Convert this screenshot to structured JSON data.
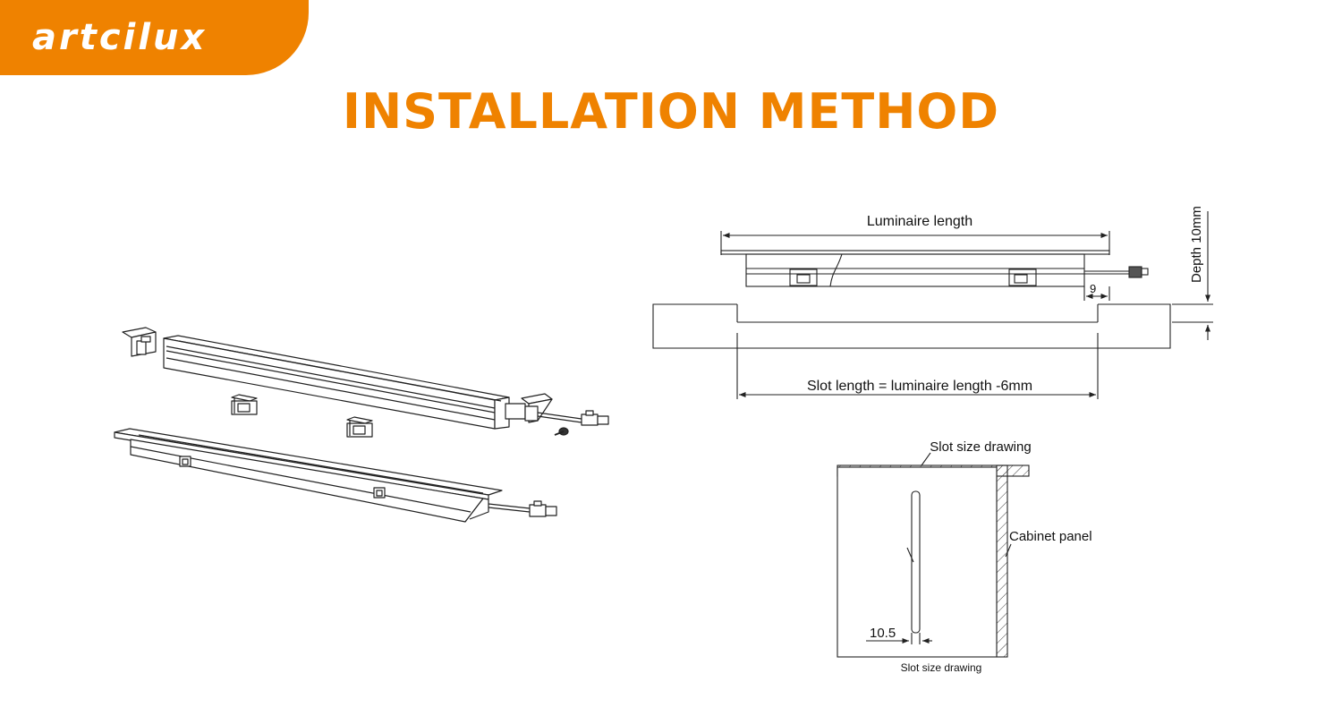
{
  "brand": {
    "logo_text": "artcilux"
  },
  "title": "INSTALLATION METHOD",
  "diagram": {
    "luminaire_length_label": "Luminaire length",
    "depth_label": "Depth 10mm",
    "end_dimension": "9",
    "slot_length_label": "Slot length = luminaire length -6mm",
    "slot_drawing_top_label": "Slot size drawing",
    "cabinet_panel_label": "Cabinet panel",
    "slot_width_label": "10.5",
    "slot_drawing_caption": "Slot size drawing"
  },
  "colors": {
    "accent": "#ef8200",
    "line": "#222222"
  }
}
